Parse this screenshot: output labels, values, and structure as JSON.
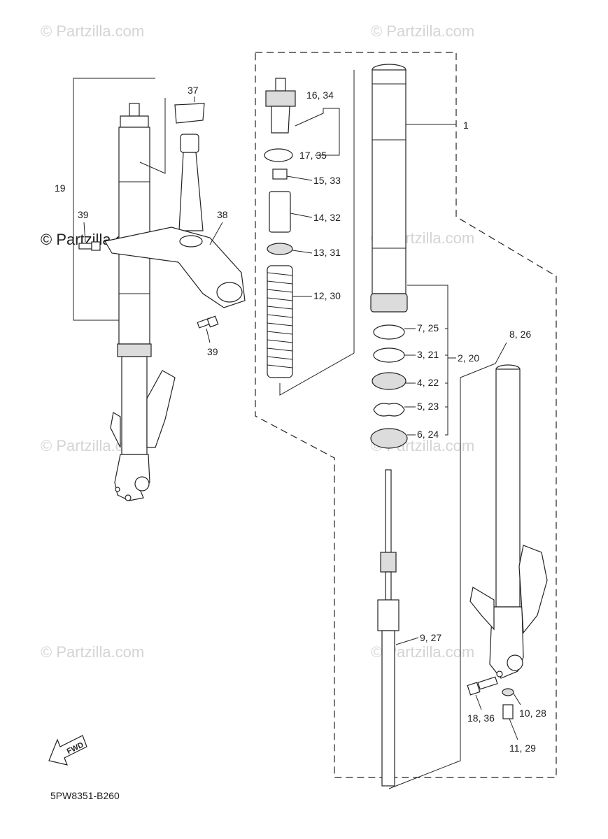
{
  "watermark": {
    "text": "© Partzilla.com"
  },
  "diagram_code": "5PW8351-B260",
  "fwd_label": "FWD",
  "callouts": {
    "c1": "1",
    "c2": "2, 20",
    "c3": "3, 21",
    "c4": "4, 22",
    "c5": "5, 23",
    "c6": "6, 24",
    "c7": "7, 25",
    "c8": "8, 26",
    "c9": "9, 27",
    "c10": "10, 28",
    "c11": "11, 29",
    "c12": "12, 30",
    "c13": "13, 31",
    "c14": "14, 32",
    "c15": "15, 33",
    "c16": "16, 34",
    "c17": "17, 35",
    "c18": "18, 36",
    "c19": "19",
    "c37": "37",
    "c38": "38",
    "c39a": "39",
    "c39b": "39"
  }
}
